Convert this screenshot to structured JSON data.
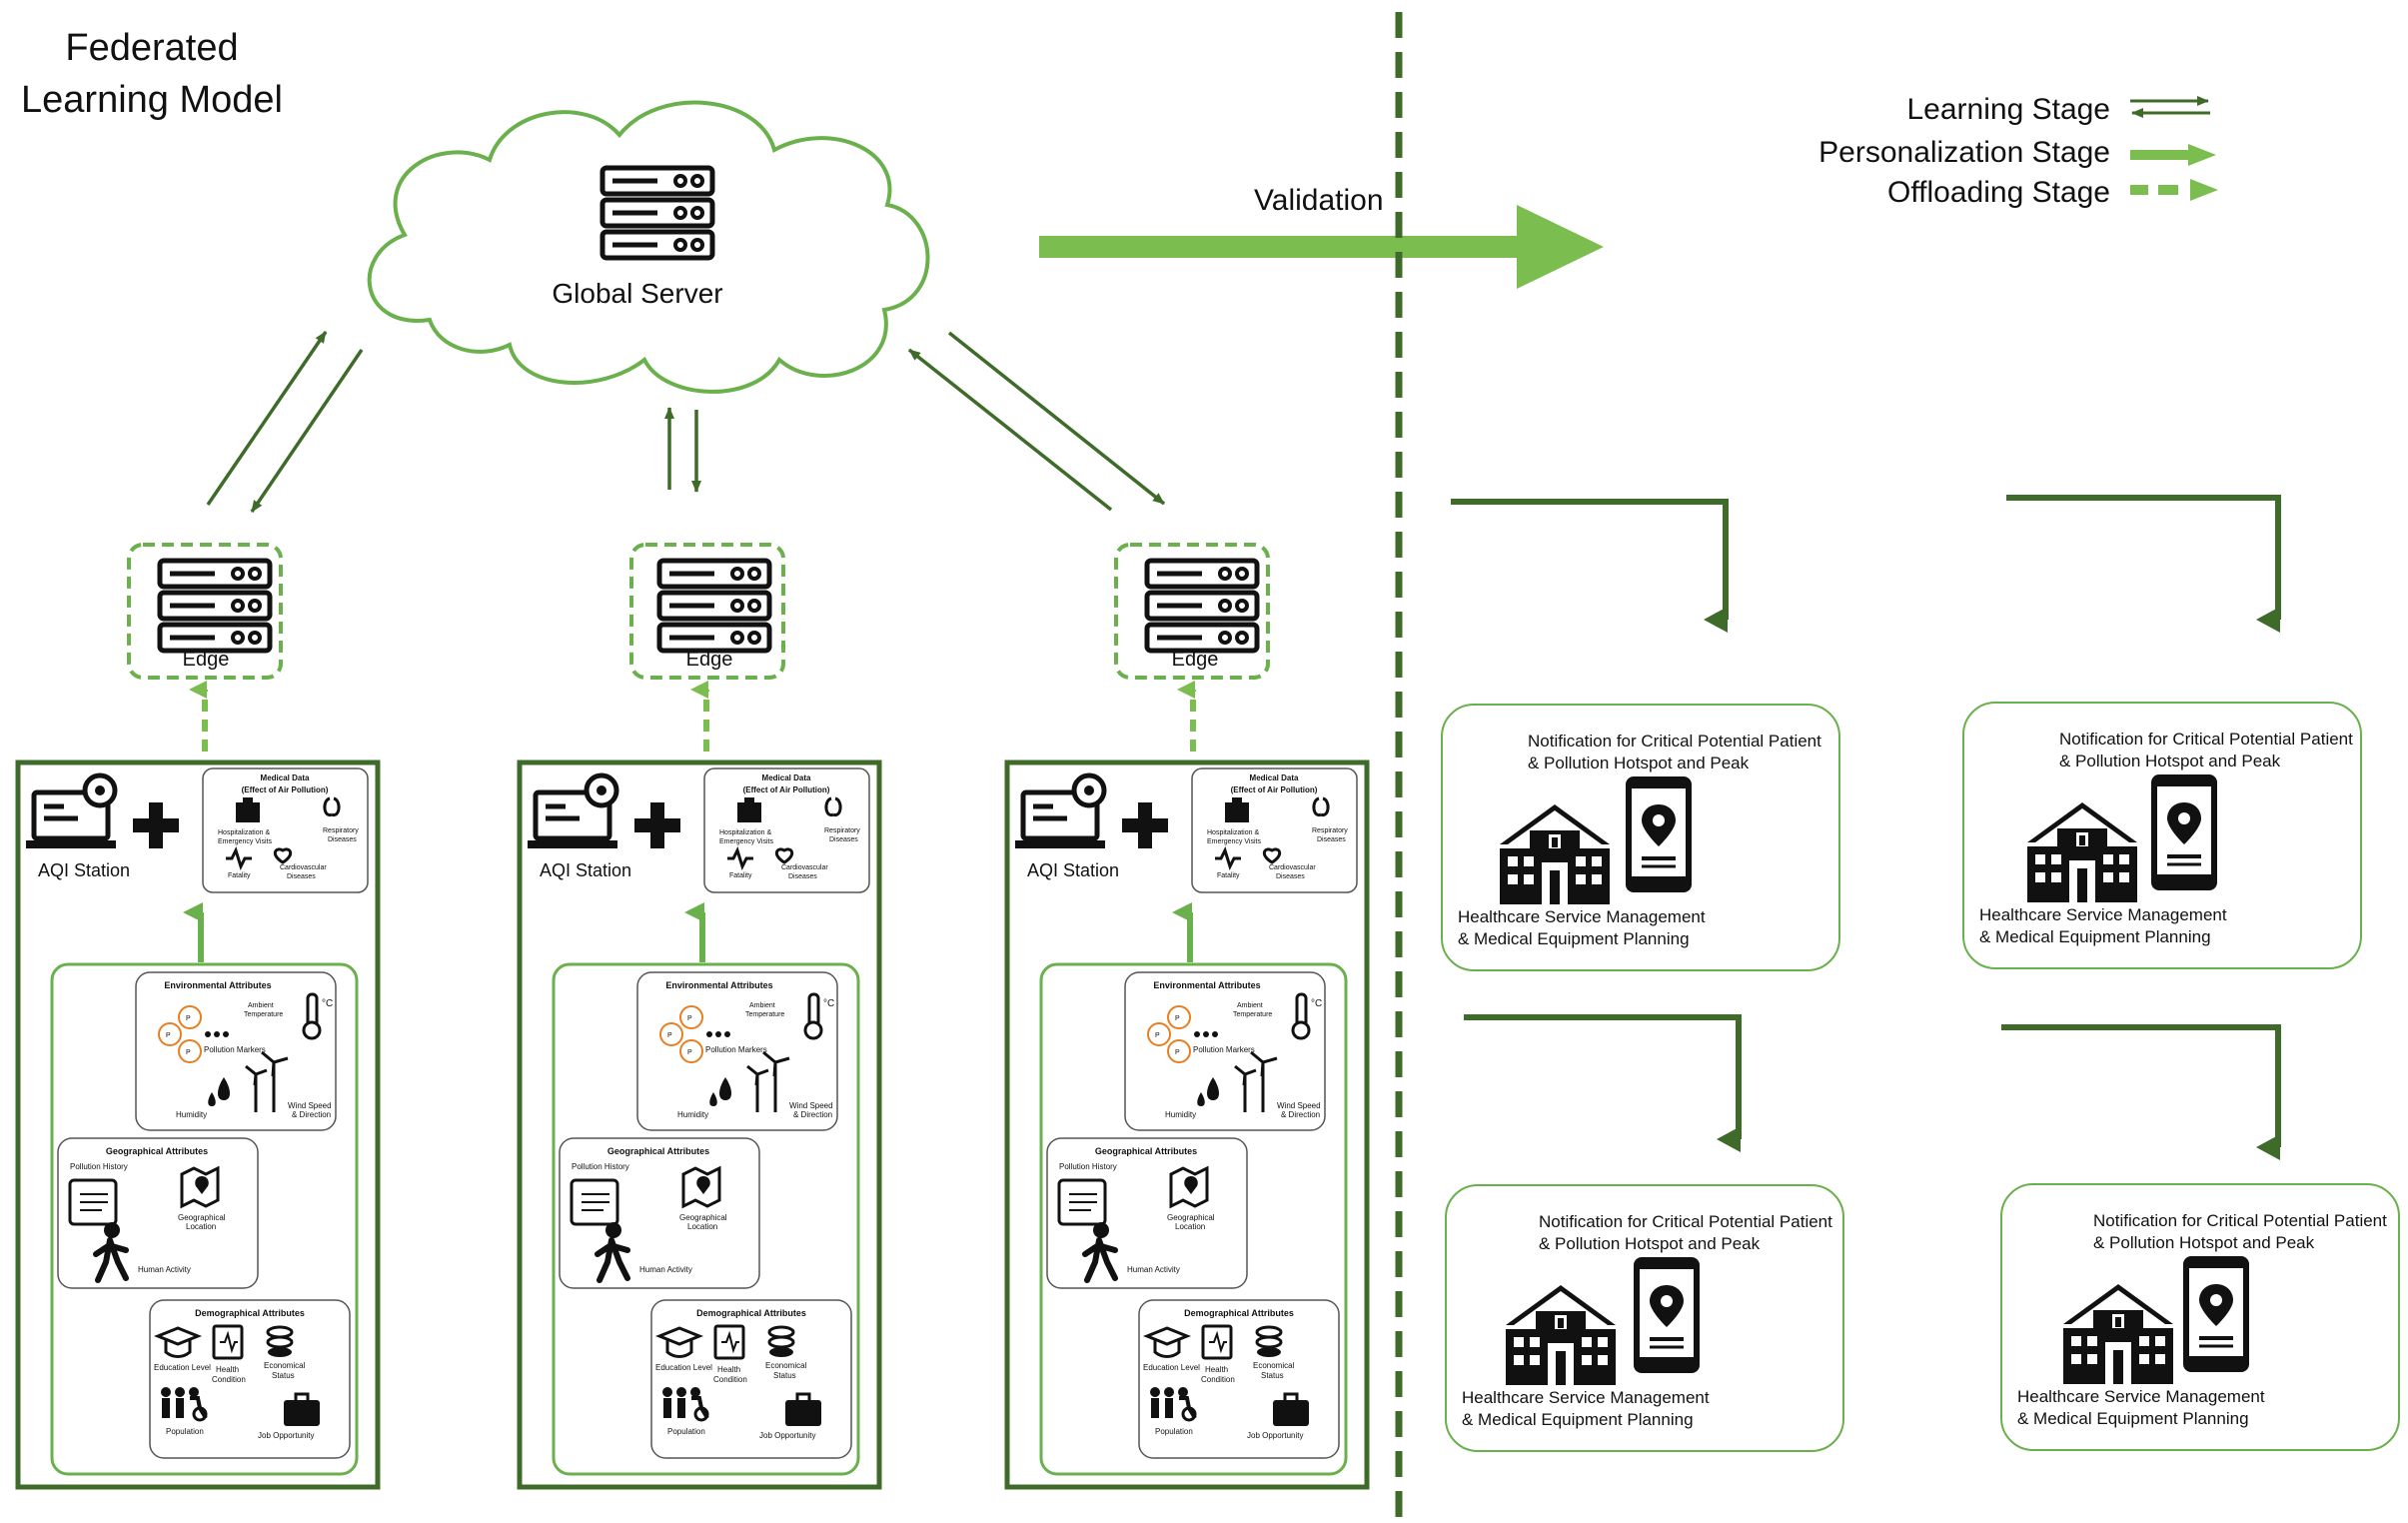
{
  "title": {
    "line1": "Federated",
    "line2": "Learning Model"
  },
  "global_server_label": "Global Server",
  "validation_label": "Validation",
  "edge_label": "Edge",
  "legend": {
    "learning": "Learning Stage",
    "personalization": "Personalization Stage",
    "offloading": "Offloading Stage"
  },
  "aqi_station_label": "AQI Station",
  "medical": {
    "title1": "Medical Data",
    "title2": "(Effect of Air Pollution)",
    "hosp1": "Hospitalization &",
    "hosp2": "Emergency Visits",
    "resp1": "Respiratory",
    "resp2": "Diseases",
    "fatality": "Fatality",
    "cardio1": "Cardiovascular",
    "cardio2": "Diseases"
  },
  "environmental": {
    "title": "Environmental Attributes",
    "ambient1": "Ambient",
    "ambient2": "Temperature",
    "markers": "Pollution Markers",
    "humidity": "Humidity",
    "wind1": "Wind Speed",
    "wind2": "& Direction",
    "p1": "P₁",
    "p2": "P₂",
    "pn": "Pₙ"
  },
  "geographical": {
    "title": "Geographical Attributes",
    "history": "Pollution History",
    "location1": "Geographical",
    "location2": "Location",
    "activity": "Human Activity"
  },
  "demographical": {
    "title": "Demographical Attributes",
    "education": "Education Level",
    "health1": "Health",
    "health2": "Condition",
    "econ1": "Economical",
    "econ2": "Status",
    "population": "Population",
    "job": "Job Opportunity"
  },
  "healthcare_card": {
    "notification1": "Notification for Critical Potential Patient",
    "notification2": "& Pollution Hotspot and Peak",
    "service1": "Healthcare Service Management",
    "service2": "& Medical Equipment Planning"
  },
  "colors": {
    "light_green": "#6ab04c",
    "dark_green": "#3f6b2a",
    "arrow_green": "#7bbd4f",
    "box_border": "#8bc34a"
  }
}
